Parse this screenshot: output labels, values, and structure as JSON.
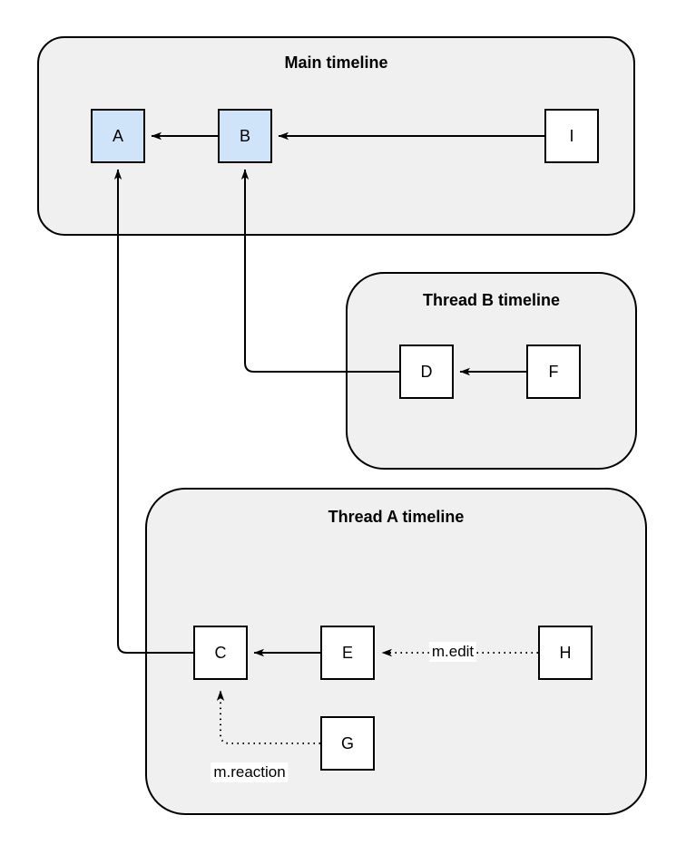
{
  "diagram": {
    "type": "event-relationship-diagram",
    "containers": [
      {
        "id": "main",
        "title": "Main timeline"
      },
      {
        "id": "thread-b",
        "title": "Thread B timeline"
      },
      {
        "id": "thread-a",
        "title": "Thread A timeline"
      }
    ],
    "nodes": {
      "A": {
        "label": "A",
        "highlighted": true,
        "container": "main"
      },
      "B": {
        "label": "B",
        "highlighted": true,
        "container": "main"
      },
      "I": {
        "label": "I",
        "highlighted": false,
        "container": "main"
      },
      "D": {
        "label": "D",
        "highlighted": false,
        "container": "thread-b"
      },
      "F": {
        "label": "F",
        "highlighted": false,
        "container": "thread-b"
      },
      "C": {
        "label": "C",
        "highlighted": false,
        "container": "thread-a"
      },
      "E": {
        "label": "E",
        "highlighted": false,
        "container": "thread-a"
      },
      "H": {
        "label": "H",
        "highlighted": false,
        "container": "thread-a"
      },
      "G": {
        "label": "G",
        "highlighted": false,
        "container": "thread-a"
      }
    },
    "edges": [
      {
        "from": "B",
        "to": "A",
        "style": "solid",
        "label": ""
      },
      {
        "from": "I",
        "to": "B",
        "style": "solid",
        "label": ""
      },
      {
        "from": "D",
        "to": "B",
        "style": "solid",
        "label": ""
      },
      {
        "from": "F",
        "to": "D",
        "style": "solid",
        "label": ""
      },
      {
        "from": "C",
        "to": "A",
        "style": "solid",
        "label": ""
      },
      {
        "from": "E",
        "to": "C",
        "style": "solid",
        "label": ""
      },
      {
        "from": "H",
        "to": "E",
        "style": "dotted",
        "label": "m.edit"
      },
      {
        "from": "G",
        "to": "C",
        "style": "dotted",
        "label": "m.reaction"
      }
    ],
    "edge_labels": {
      "m_edit": "m.edit",
      "m_reaction": "m.reaction"
    },
    "colors": {
      "container_fill": "#f0f0f0",
      "container_border": "#000000",
      "node_fill": "#ffffff",
      "node_highlight_fill": "#cfe3f9",
      "node_border": "#000000",
      "edge_color": "#000000",
      "background": "#ffffff"
    }
  }
}
